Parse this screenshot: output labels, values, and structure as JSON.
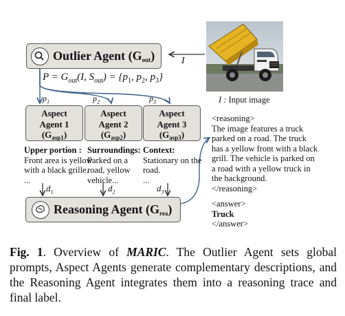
{
  "outlier_agent": {
    "label": "Outlier Agent",
    "symbol": "(G",
    "sub": "out",
    "close": ")"
  },
  "input_arrow_label": "I",
  "equation": {
    "lhs": "P = G",
    "lhs_sub": "out",
    "mid": "(I, S",
    "mid_sub": "out",
    "rhs": ") = {p",
    "p_subs": [
      "1",
      "2",
      "3"
    ],
    "sep": ", p",
    "close": "}"
  },
  "p_labels": [
    {
      "p": "p",
      "sub": "1"
    },
    {
      "p": "p",
      "sub": "2"
    },
    {
      "p": "p",
      "sub": "3"
    }
  ],
  "aspect_agents": [
    {
      "line1": "Aspect",
      "line2": "Agent 1",
      "sym": "(G",
      "sub": "asp1",
      "close": ")"
    },
    {
      "line1": "Aspect",
      "line2": "Agent 2",
      "sym": "(G",
      "sub": "asp2",
      "close": ")"
    },
    {
      "line1": "Aspect",
      "line2": "Agent 3",
      "sym": "(G",
      "sub": "asp3",
      "close": ")"
    }
  ],
  "descriptions": [
    {
      "heading": "Upper portion :",
      "lines": [
        "Front area is yellow",
        "with a black grille."
      ],
      "ellipsis": "..."
    },
    {
      "heading": "Surroundings:",
      "lines": [
        "Parked on a",
        "road, yellow",
        "vehicle..."
      ],
      "ellipsis": ""
    },
    {
      "heading": "Context:",
      "lines": [
        "Stationary on the",
        "road."
      ],
      "ellipsis": "..."
    }
  ],
  "d_labels": [
    {
      "d": "d",
      "sub": "1"
    },
    {
      "d": "d",
      "sub": "2"
    },
    {
      "d": "d",
      "sub": "3"
    }
  ],
  "reasoning_agent": {
    "label": "Reasoning Agent",
    "symbol": "(G",
    "sub": "rea",
    "close": ")"
  },
  "input_image_caption": {
    "label": "I :",
    "text": " Input image"
  },
  "reasoning_block": {
    "open": "<reasoning>",
    "lines": [
      "The image features a truck",
      "parked on a road. The truck",
      "has a yellow front with a black",
      "grill. The vehicle is parked on",
      "a road with a yellow truck in",
      "the background."
    ],
    "close": "</reasoning>"
  },
  "answer_block": {
    "open": "<answer>",
    "value": "Truck",
    "close": "</answer>"
  },
  "caption": {
    "fig": "Fig. 1",
    "pre": ". Overview of ",
    "name": "MARIC",
    "body": ". The Outlier Agent sets global prompts, Aspect Agents generate complementary descriptions, and the Reasoning Agent integrates them into a reasoning trace and final label."
  },
  "colors": {
    "box_fill": "#e3e1dc",
    "box_border": "#555555",
    "arrow_blue": "#3b5f8a",
    "truck_yellow": "#e6b422"
  }
}
